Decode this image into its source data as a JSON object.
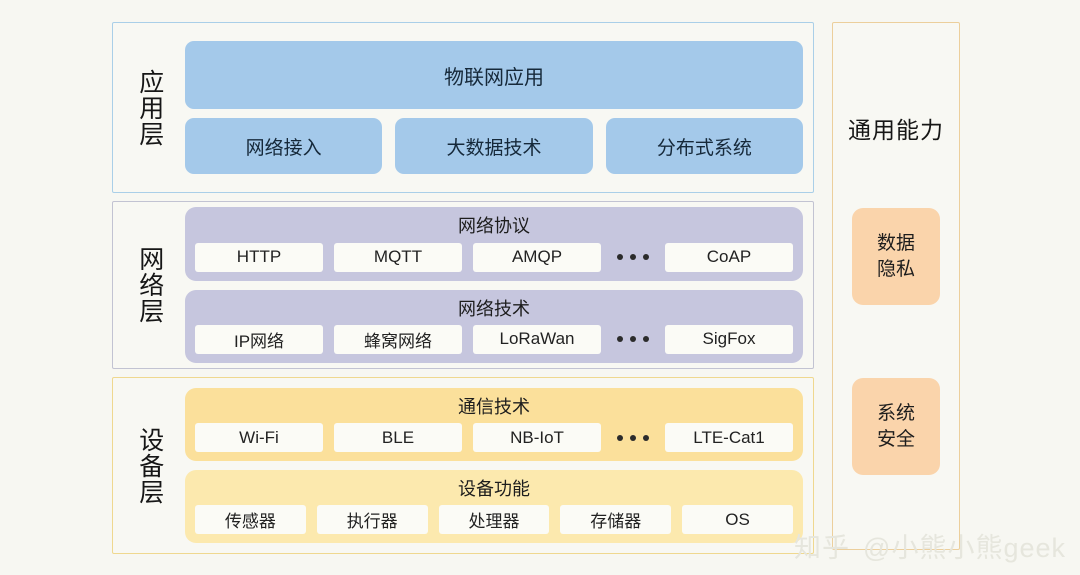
{
  "theme": {
    "background": "#f7f7f2",
    "app_accent": "#a4c9ea",
    "app_border": "#aacfe8",
    "network_accent": "#c6c6de",
    "network_border": "#c2c3d2",
    "device_accent": "#fbe09b",
    "device_border": "#efd88f",
    "capability_accent": "#fad4ab",
    "capability_border": "#eccf9c",
    "chip_background": "#fbfbf6"
  },
  "layers": [
    {
      "id": "application",
      "label": "应用层",
      "hero": "物联网应用",
      "chips": [
        "网络接入",
        "大数据技术",
        "分布式系统"
      ]
    },
    {
      "id": "network",
      "label": "网络层",
      "groups": [
        {
          "title": "网络协议",
          "items": [
            "HTTP",
            "MQTT",
            "AMQP"
          ],
          "ellipsis": "...",
          "tail": "CoAP"
        },
        {
          "title": "网络技术",
          "items": [
            "IP网络",
            "蜂窝网络",
            "LoRaWan"
          ],
          "ellipsis": "...",
          "tail": "SigFox"
        }
      ]
    },
    {
      "id": "device",
      "label": "设备层",
      "groups": [
        {
          "title": "通信技术",
          "items": [
            "Wi-Fi",
            "BLE",
            "NB-IoT"
          ],
          "ellipsis": "...",
          "tail": "LTE-Cat1"
        },
        {
          "title": "设备功能",
          "items": [
            "传感器",
            "执行器",
            "处理器",
            "存储器",
            "OS"
          ],
          "ellipsis": "",
          "tail": ""
        }
      ]
    }
  ],
  "side_panel": {
    "title": "通用能力",
    "cards": [
      {
        "line1": "数据",
        "line2": "隐私"
      },
      {
        "line1": "系统",
        "line2": "安全"
      }
    ]
  },
  "watermark": {
    "site": "知乎",
    "handle": "@小熊小熊geek"
  }
}
